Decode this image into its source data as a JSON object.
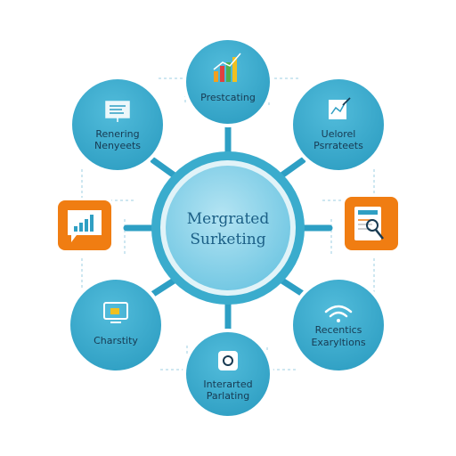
{
  "center": {
    "line1": "Mergrated",
    "line2": "Surketing"
  },
  "nodes": [
    {
      "id": "top",
      "lines": [
        "Prestcating"
      ],
      "icon": "bar-chart-icon"
    },
    {
      "id": "top-left",
      "lines": [
        "Renering",
        "Nenyeets"
      ],
      "icon": "presentation-board-icon"
    },
    {
      "id": "top-right",
      "lines": [
        "Uelorel",
        "Psrrateets"
      ],
      "icon": "document-chart-icon"
    },
    {
      "id": "bottom-left",
      "lines": [
        "Charstity"
      ],
      "icon": "monitor-icon"
    },
    {
      "id": "bottom-right",
      "lines": [
        "Recentics",
        "Exaryltions"
      ],
      "icon": "wifi-icon"
    },
    {
      "id": "bottom",
      "lines": [
        "Interarted",
        "Parlating"
      ],
      "icon": "email-icon"
    }
  ],
  "side_icons": [
    {
      "id": "left",
      "icon": "chart-message-icon"
    },
    {
      "id": "right",
      "icon": "document-search-icon"
    }
  ],
  "colors": {
    "node": "#3aaccd",
    "node_light": "#5cc1de",
    "connector": "#2d9fc4",
    "center_ring": "#3aaccd",
    "center_fill": "#8fd5eb",
    "orange": "#f07d12",
    "dashed": "#9ccfe3"
  }
}
